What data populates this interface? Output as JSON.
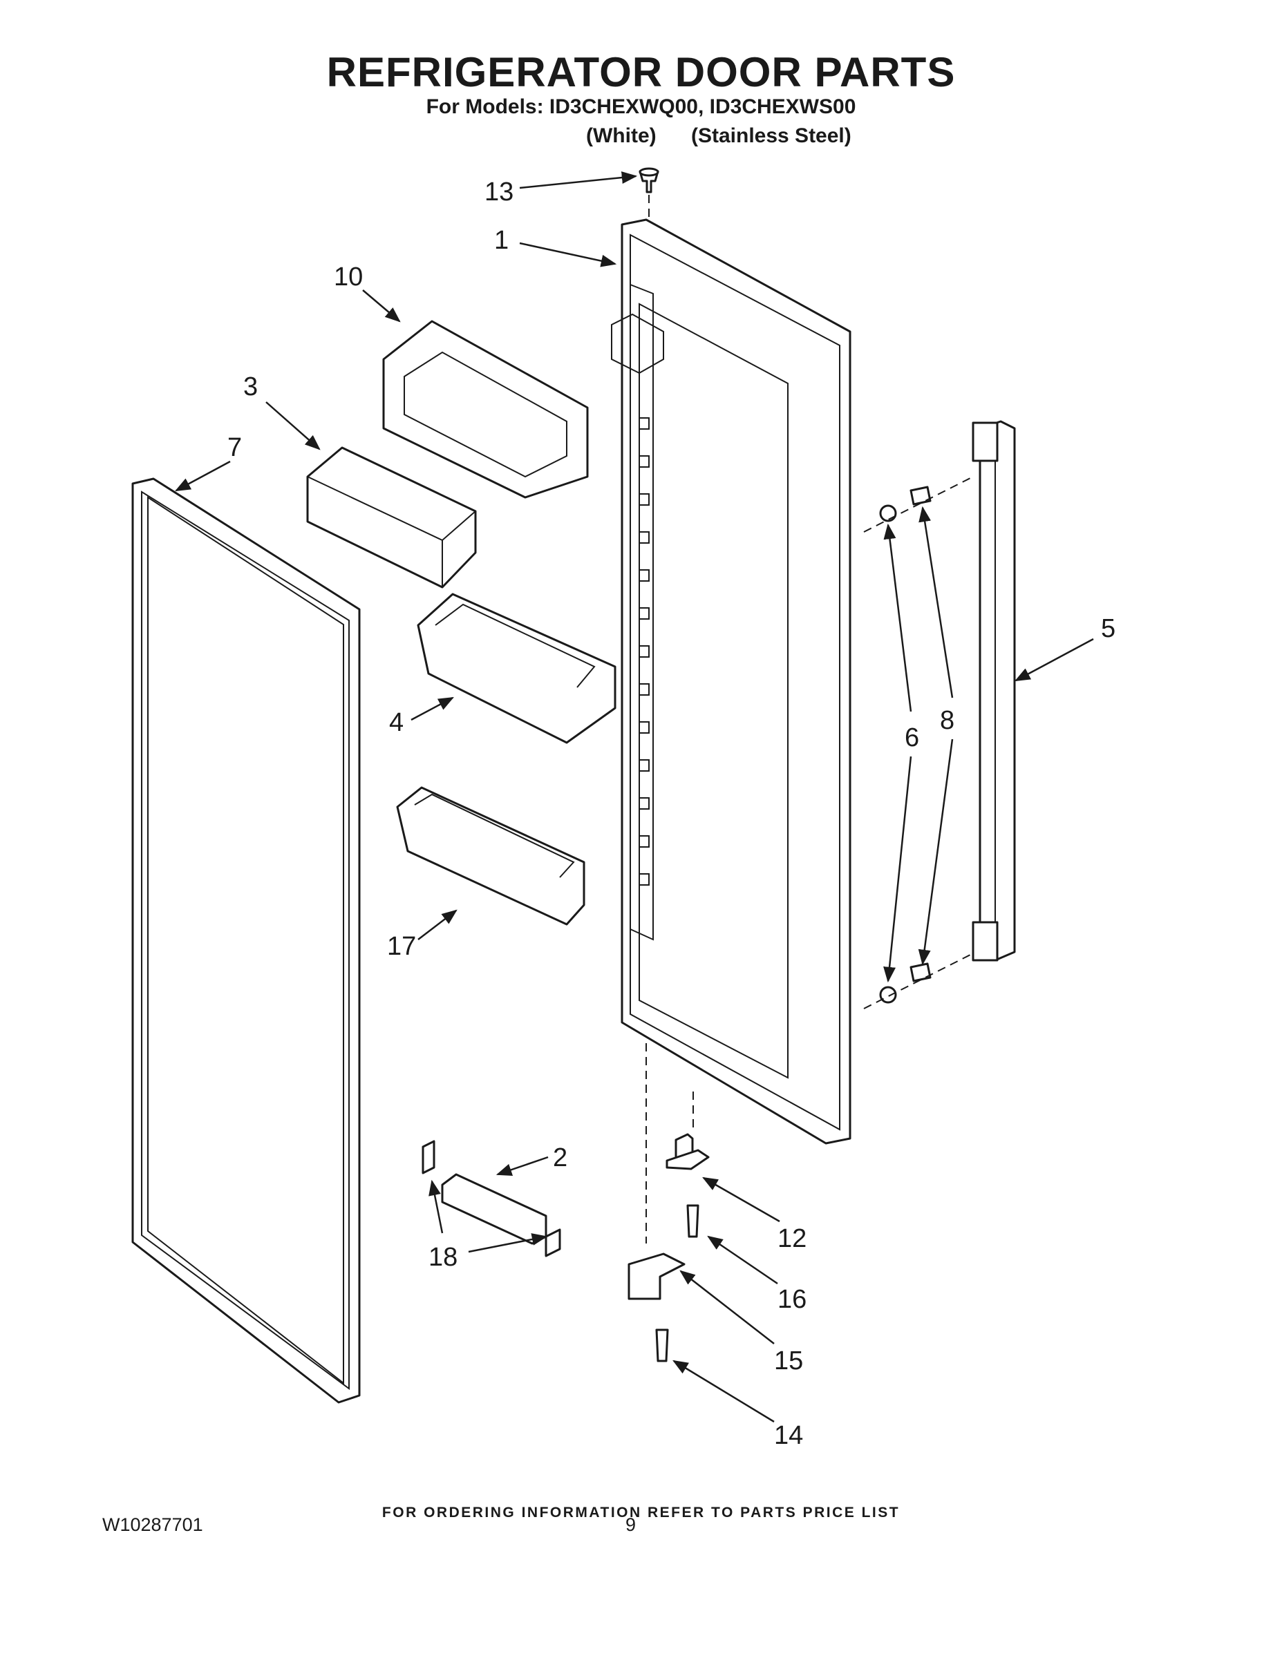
{
  "header": {
    "title": "REFRIGERATOR DOOR PARTS",
    "models": "For Models: ID3CHEXWQ00, ID3CHEXWS00",
    "finish_white": "(White)",
    "finish_stainless": "(Stainless Steel)"
  },
  "callouts": [
    "13",
    "1",
    "10",
    "3",
    "7",
    "5",
    "4",
    "6",
    "8",
    "17",
    "2",
    "12",
    "18",
    "16",
    "15",
    "14"
  ],
  "footer": {
    "ordering_note": "FOR ORDERING INFORMATION REFER TO PARTS PRICE LIST",
    "document_number": "W10287701",
    "page_number": "9"
  }
}
